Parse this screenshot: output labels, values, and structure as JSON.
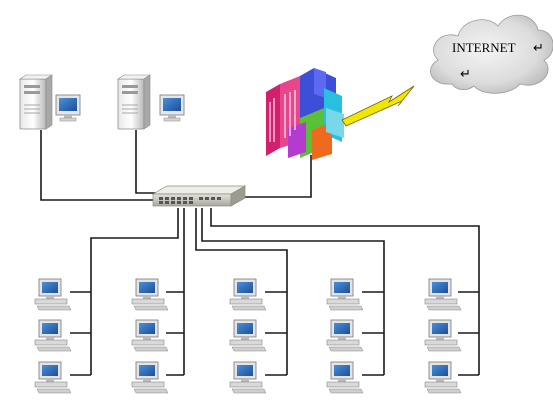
{
  "internet": {
    "label": "INTERNET",
    "marker": "↵"
  },
  "colors": {
    "wire": "#1a1a1a",
    "cloud": "#d8d8d8",
    "lightning": "#f2e600",
    "switch": "#c9c8c0"
  },
  "icons": {
    "server": "server-icon",
    "monitor": "monitor-icon",
    "router": "router-icon",
    "switch": "switch-icon",
    "workstation": "workstation-icon",
    "cloud": "cloud-icon",
    "link": "lightning-icon"
  },
  "network": {
    "servers": 2,
    "workstation_columns": 5,
    "workstations_per_column": 3
  }
}
